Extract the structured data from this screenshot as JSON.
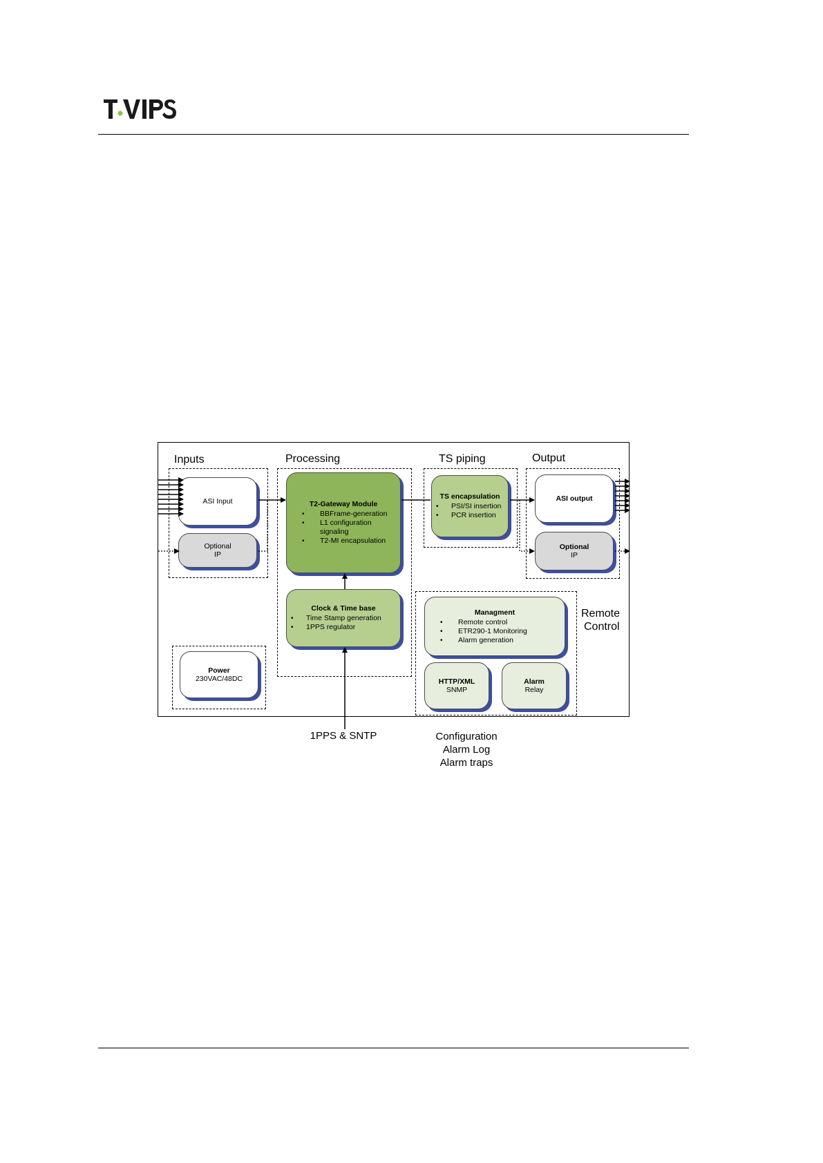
{
  "header": {
    "logo_text": "T-VIPS"
  },
  "diagram": {
    "sections": {
      "inputs": "Inputs",
      "processing": "Processing",
      "ts_piping": "TS piping",
      "output": "Output",
      "remote_control_1": "Remote",
      "remote_control_2": "Control"
    },
    "boxes": {
      "asi_input": "ASI Input",
      "optional_ip_in_1": "Optional",
      "optional_ip_in_2": "IP",
      "t2_gateway": {
        "title": "T2-Gateway Module",
        "items": [
          "BBFrame-generation",
          "L1 configuration signaling",
          "T2-MI encapsulation"
        ]
      },
      "ts_encap": {
        "title": "TS encapsulation",
        "items": [
          "PSI/SI insertion",
          "PCR insertion"
        ]
      },
      "asi_output": "ASI output",
      "optional_ip_out_1": "Optional",
      "optional_ip_out_2": "IP",
      "clock": {
        "title": "Clock & Time base",
        "items": [
          "Time Stamp generation",
          "1PPS regulator"
        ]
      },
      "management": {
        "title": "Managment",
        "items": [
          "Remote control",
          "ETR290-1 Monitoring",
          "Alarm generation"
        ]
      },
      "http_xml_1": "HTTP/XML",
      "http_xml_2": "SNMP",
      "alarm_1": "Alarm",
      "alarm_2": "Relay",
      "power_1": "Power",
      "power_2": "230VAC/48DC"
    },
    "external": {
      "pps": "1PPS & SNTP",
      "config_1": "Configuration",
      "config_2": "Alarm Log",
      "config_3": "Alarm traps"
    }
  },
  "colors": {
    "dark_green": "#8fb55a",
    "light_green": "#b6cf8f",
    "pale_green": "#e8eedd",
    "grey": "#d9d9d9",
    "shadow_blue": "#3b4fa3",
    "logo_dot": "#8cc63f"
  }
}
